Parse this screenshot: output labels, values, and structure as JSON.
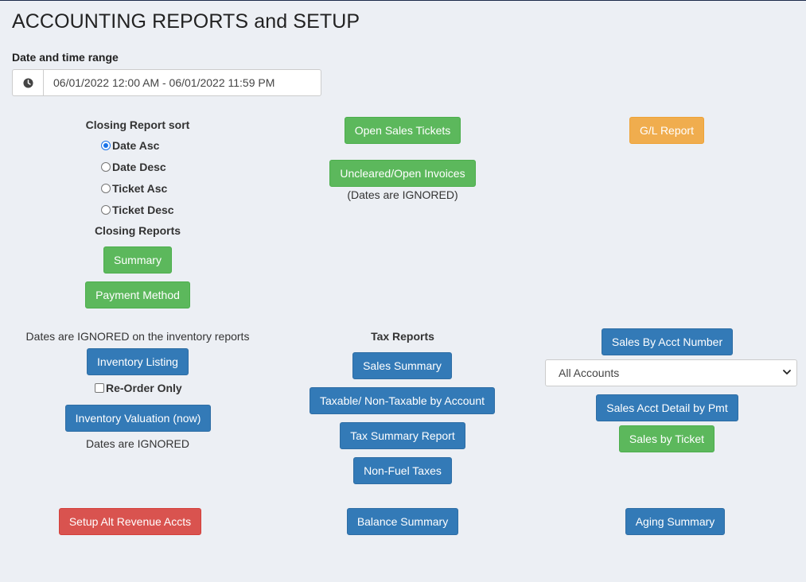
{
  "title": "ACCOUNTING REPORTS and SETUP",
  "date_range": {
    "label": "Date and time range",
    "value": "06/01/2022 12:00 AM - 06/01/2022 11:59 PM",
    "icon": "clock-icon"
  },
  "closing_sort": {
    "heading": "Closing Report sort",
    "options": [
      {
        "label": "Date Asc",
        "checked": true
      },
      {
        "label": "Date Desc",
        "checked": false
      },
      {
        "label": "Ticket Asc",
        "checked": false
      },
      {
        "label": "Ticket Desc",
        "checked": false
      }
    ]
  },
  "closing_reports": {
    "heading": "Closing Reports",
    "summary_label": "Summary",
    "payment_method_label": "Payment Method"
  },
  "middle_top": {
    "open_sales_tickets_label": "Open Sales Tickets",
    "uncleared_label": "Uncleared/Open Invoices",
    "uncleared_note": "(Dates are IGNORED)"
  },
  "gl_report_label": "G/L Report",
  "inventory": {
    "note": "Dates are IGNORED on the inventory reports",
    "listing_label": "Inventory Listing",
    "reorder_label": "Re-Order Only",
    "reorder_checked": false,
    "valuation_label": "Inventory Valuation (now)",
    "valuation_note": "Dates are IGNORED"
  },
  "tax_reports": {
    "heading": "Tax Reports",
    "sales_summary_label": "Sales Summary",
    "taxable_label": "Taxable/ Non-Taxable by Account",
    "tax_summary_label": "Tax Summary Report",
    "non_fuel_label": "Non-Fuel Taxes"
  },
  "sales_accounts": {
    "by_acct_label": "Sales By Acct Number",
    "account_select": "All Accounts",
    "detail_by_pmt_label": "Sales Acct Detail by Pmt",
    "by_ticket_label": "Sales by Ticket"
  },
  "bottom": {
    "setup_alt_label": "Setup Alt Revenue Accts",
    "balance_summary_label": "Balance Summary",
    "aging_summary_label": "Aging Summary"
  },
  "colors": {
    "green": "#5cb85c",
    "blue": "#337ab7",
    "orange": "#f0ad4e",
    "red": "#d9534f",
    "background": "#eceff4"
  }
}
